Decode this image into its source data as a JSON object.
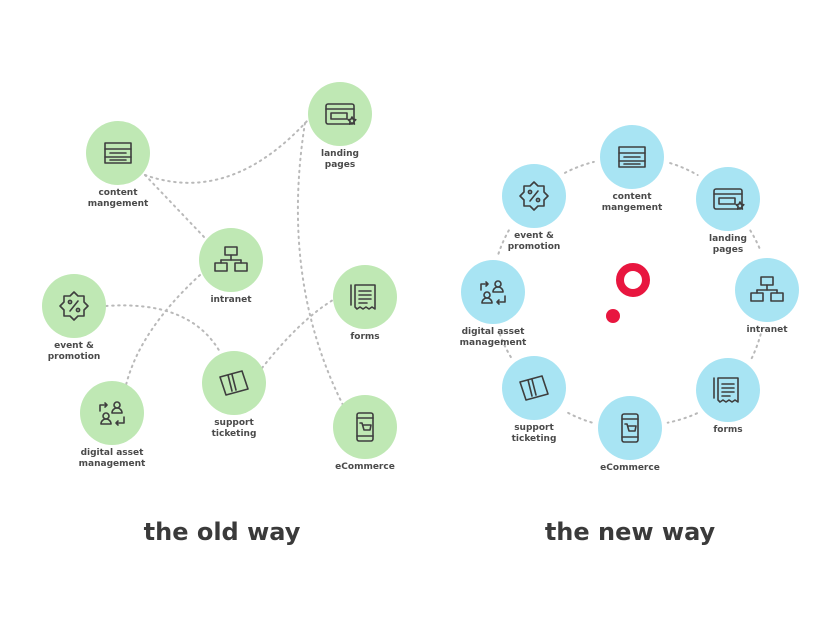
{
  "colors": {
    "old_node": "#bfe8b4",
    "new_node": "#a8e4f3",
    "accent": "#e8163f"
  },
  "old_way": {
    "caption": "the old way",
    "nodes": {
      "content": [
        "content",
        "mangement"
      ],
      "landing": [
        "landing",
        "pages"
      ],
      "intranet": [
        "intranet"
      ],
      "event": [
        "event &",
        "promotion"
      ],
      "forms": [
        "forms"
      ],
      "digital": [
        "digital asset",
        "management"
      ],
      "support": [
        "support",
        "ticketing"
      ],
      "ecommerce": [
        "eCommerce"
      ]
    }
  },
  "new_way": {
    "caption": "the new way",
    "nodes": {
      "content": [
        "content",
        "mangement"
      ],
      "landing": [
        "landing",
        "pages"
      ],
      "event": [
        "event &",
        "promotion"
      ],
      "digital": [
        "digital asset",
        "management"
      ],
      "intranet": [
        "intranet"
      ],
      "forms": [
        "forms"
      ],
      "support": [
        "support",
        "ticketing"
      ],
      "ecommerce": [
        "eCommerce"
      ]
    }
  },
  "icons": {
    "content": "content-layout-icon",
    "landing": "browser-star-icon",
    "intranet": "network-icon",
    "event": "percent-badge-icon",
    "forms": "receipt-icon",
    "digital": "user-transfer-icon",
    "support": "ticket-icon",
    "ecommerce": "mobile-cart-icon"
  }
}
